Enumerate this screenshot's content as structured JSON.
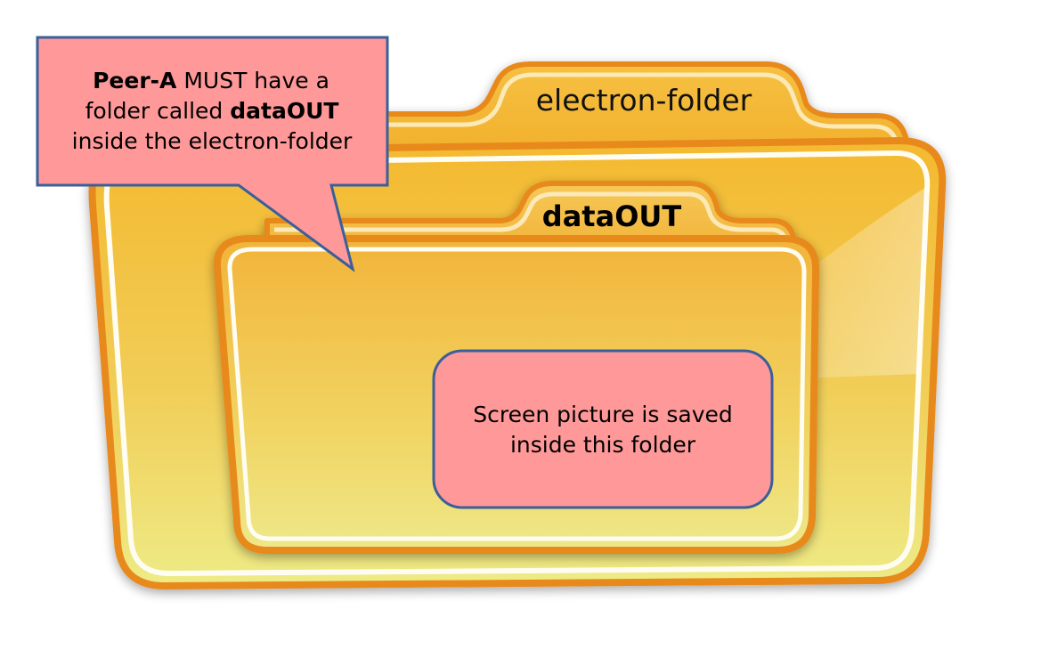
{
  "outer_folder": {
    "label": "electron-folder"
  },
  "inner_folder": {
    "label": "dataOUT"
  },
  "callout": {
    "line1_bold": "Peer-A",
    "line1_rest": " MUST have a",
    "line2_rest": "folder called ",
    "line2_bold": "dataOUT",
    "line3": "inside the electron-folder"
  },
  "note": {
    "line1": "Screen picture is saved",
    "line2": "inside this folder"
  },
  "colors": {
    "folder_fill_top": "#F2B733",
    "folder_fill_bottom": "#EFEA82",
    "folder_stroke": "#E8891E",
    "box_fill": "#FF9999",
    "box_stroke": "#3A5F9A"
  }
}
